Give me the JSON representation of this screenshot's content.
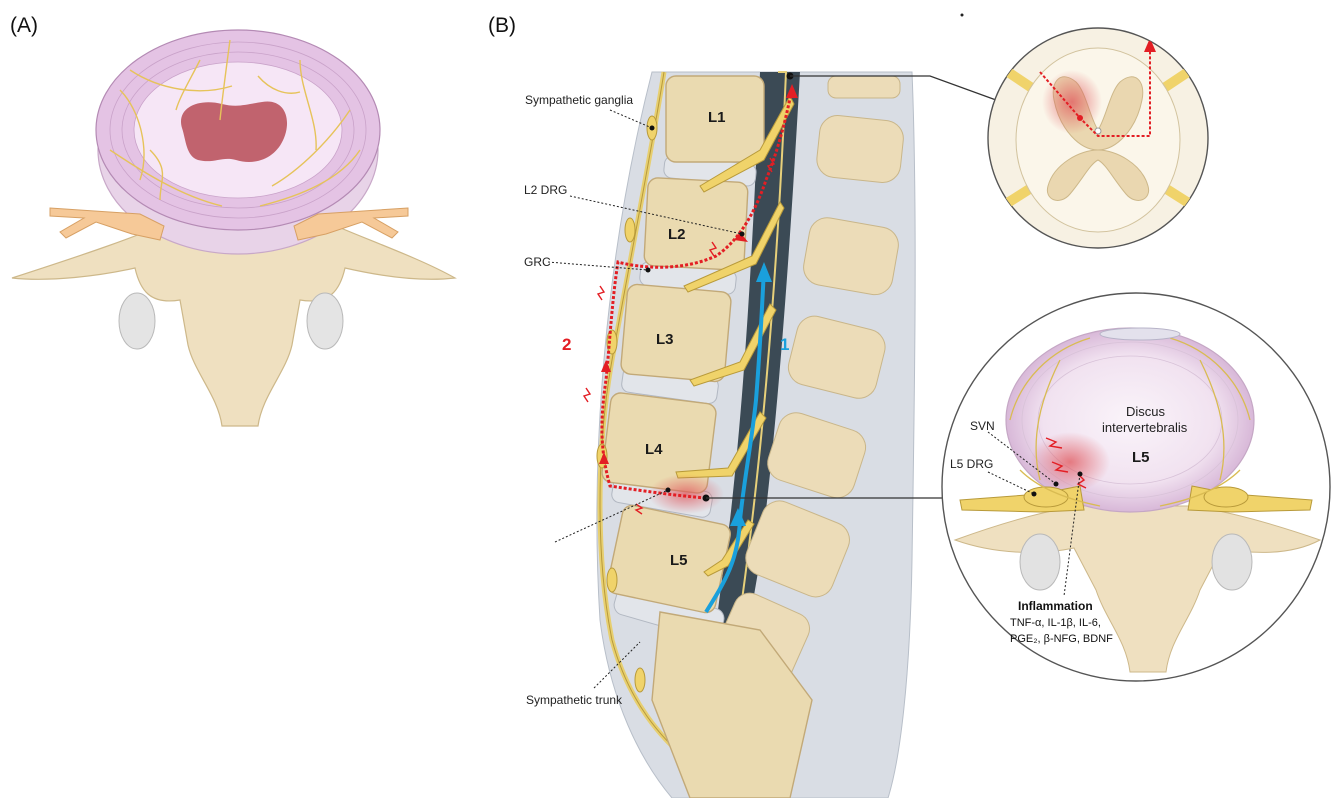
{
  "panels": {
    "a": "(A)",
    "b": "(B)"
  },
  "vertebrae": [
    "L1",
    "L2",
    "L3",
    "L4",
    "L5"
  ],
  "labels": {
    "sympathetic_ganglia": "Sympathetic ganglia",
    "l2_drg": "L2 DRG",
    "grc": "GRC",
    "sympathetic_trunk": "Sympathetic trunk",
    "svn": "SVN",
    "l5_drg": "L5 DRG"
  },
  "pathways": {
    "pathway_1": "1",
    "pathway_2": "2"
  },
  "disc_inset": {
    "disc_line1": "Discus",
    "disc_line2": "intervertebralis",
    "level": "L5"
  },
  "inflammation": {
    "title": "Inflammation",
    "line1": "TNF-α, IL-1β, IL-6,",
    "line2": "PGE₂, β-NFG, BDNF"
  },
  "colors": {
    "bone": "#f2e4c4",
    "bone_edge": "#c9b68a",
    "vertebral_body": "#eadab0",
    "disc": "#e9d4e9",
    "nucleus": "#c1636e",
    "nerve": "#f0d36a",
    "nerve_edge": "#b89a3a",
    "pathway_1": "#1aa0dc",
    "pathway_2": "#e31e24",
    "inflammation": "#e0565b",
    "spinal_canal": "#3b4a55"
  }
}
